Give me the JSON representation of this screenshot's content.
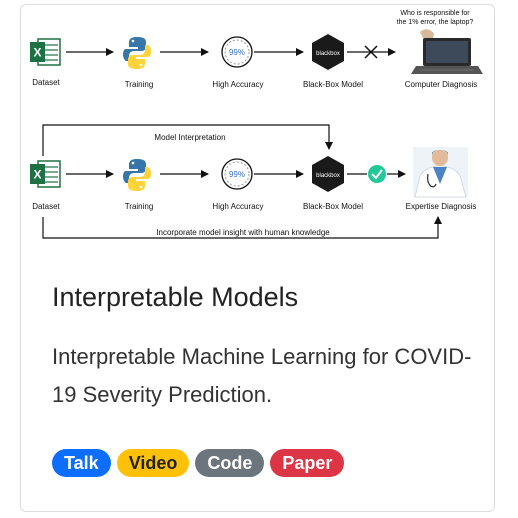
{
  "figure": {
    "top_row": {
      "dataset": "Dataset",
      "training": "Training",
      "accuracy_value": "99%",
      "accuracy_label": "High Accuracy",
      "blackbox_text": "blackbox",
      "blackbox_label": "Black-Box Model",
      "computer_label": "Computer Diagnosis",
      "question_line1": "Who is responsible for",
      "question_line2": "the 1% error, the laptop?"
    },
    "bottom_row": {
      "interpretation": "Model Interpretation",
      "dataset": "Dataset",
      "training": "Training",
      "accuracy_value": "99%",
      "accuracy_label": "High Accuracy",
      "blackbox_text": "blackbox",
      "blackbox_label": "Black-Box Model",
      "expertise_label": "Expertise Diagnosis",
      "insight": "Incorporate model insight with human knowledge"
    }
  },
  "card": {
    "title": "Interpretable Models",
    "description": "Interpretable Machine Learning for COVID-19 Severity Prediction.",
    "badges": [
      {
        "label": "Talk"
      },
      {
        "label": "Video"
      },
      {
        "label": "Code"
      },
      {
        "label": "Paper"
      }
    ]
  },
  "colors": {
    "talk": "#0d6efd",
    "video": "#ffc107",
    "code": "#6c757d",
    "paper": "#dc3545",
    "check": "#20c997"
  },
  "icons": [
    "excel-icon",
    "python-icon",
    "blackbox-icon",
    "laptop-icon",
    "doctor-icon",
    "check-icon",
    "cross-icon"
  ]
}
